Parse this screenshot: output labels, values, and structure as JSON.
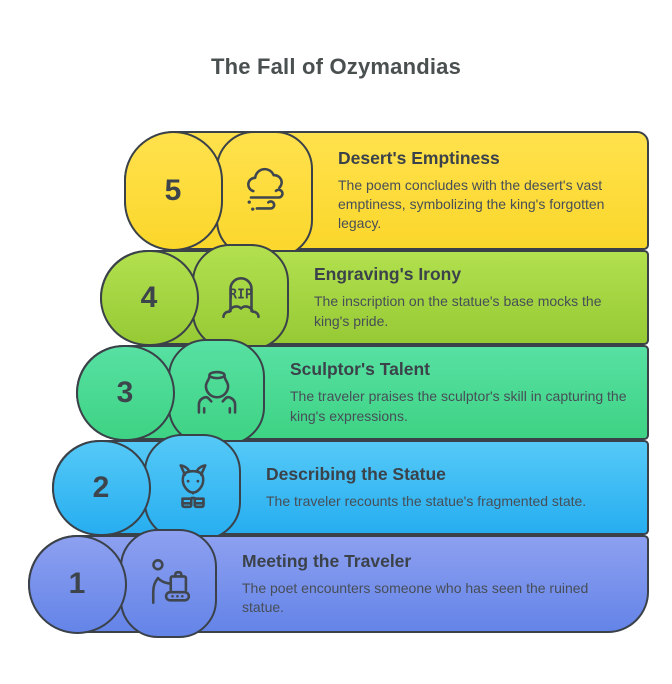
{
  "title": "The Fall of Ozymandias",
  "style": {
    "border_color": "#3a4149",
    "title_color": "#4a504f",
    "step_title_color": "#3b424a",
    "step_desc_color": "#474e57",
    "number_color": "#3d444c",
    "icon_stroke_color": "#3f464e",
    "background": "#ffffff"
  },
  "steps": [
    {
      "number": "1",
      "title": "Meeting the Traveler",
      "description": "The poet encounters someone who has seen the ruined statue.",
      "icon": "traveler-luggage-icon",
      "colors": {
        "top": "#8da0f0",
        "bottom": "#6484e8"
      }
    },
    {
      "number": "2",
      "title": "Describing the Statue",
      "description": "The traveler recounts the statue's fragmented state.",
      "icon": "statue-donkey-icon",
      "colors": {
        "top": "#55c9f7",
        "bottom": "#27aef0"
      }
    },
    {
      "number": "3",
      "title": "Sculptor's Talent",
      "description": "The traveler praises the sculptor's skill in capturing the king's expressions.",
      "icon": "hands-holding-vase-icon",
      "colors": {
        "top": "#57e0a2",
        "bottom": "#3ed384"
      }
    },
    {
      "number": "4",
      "title": "Engraving's Irony",
      "description": "The inscription on the statue's base mocks the king's pride.",
      "icon": "tombstone-rip-icon",
      "icon_text": "RIP",
      "colors": {
        "top": "#b2e04e",
        "bottom": "#96ca35"
      }
    },
    {
      "number": "5",
      "title": "Desert's Emptiness",
      "description": "The poem concludes with the desert's vast emptiness, symbolizing the king's forgotten legacy.",
      "icon": "wind-cloud-icon",
      "colors": {
        "top": "#ffe14d",
        "bottom": "#fbd72b"
      }
    }
  ]
}
